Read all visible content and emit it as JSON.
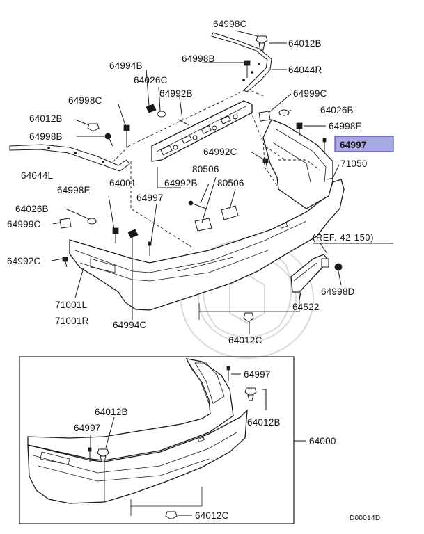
{
  "diagram": {
    "parts": {
      "p64998c_top": "64998C",
      "p64012b_top": "64012B",
      "p64994b": "64994B",
      "p64998b_top": "64998B",
      "p64044r": "64044R",
      "p64026c": "64026C",
      "p64992b_top": "64992B",
      "p64998c_left": "64998C",
      "p64999c_right": "64999C",
      "p64012b_left": "64012B",
      "p64026b_right": "64026B",
      "p64998b_left": "64998B",
      "p64998e_right": "64998E",
      "p64997_highlight": "64997",
      "p64992c_mid": "64992C",
      "p71050": "71050",
      "p64044l": "64044L",
      "p80506_a": "80506",
      "p64001": "64001",
      "p64992b_mid": "64992B",
      "p80506_b": "80506",
      "p64998e_left": "64998E",
      "p64997_mid": "64997",
      "p64026b_left": "64026B",
      "p64999c_left": "64999C",
      "p64992c_left": "64992C",
      "p71001l": "71001L",
      "p71001r": "71001R",
      "p64994c": "64994C",
      "p64998d": "64998D",
      "p64522": "64522",
      "p64012c_mid": "64012C",
      "p64997_inset_r": "64997",
      "p64012b_inset_l": "64012B",
      "p64012b_inset_r": "64012B",
      "p64997_inset_l": "64997",
      "p64000": "64000",
      "p64012c_inset": "64012C"
    },
    "reference": "(REF. 42-150)",
    "diagram_code": "D00014D",
    "highlight_color": "#a9a9e6",
    "line_color": "#1a1a1a"
  }
}
